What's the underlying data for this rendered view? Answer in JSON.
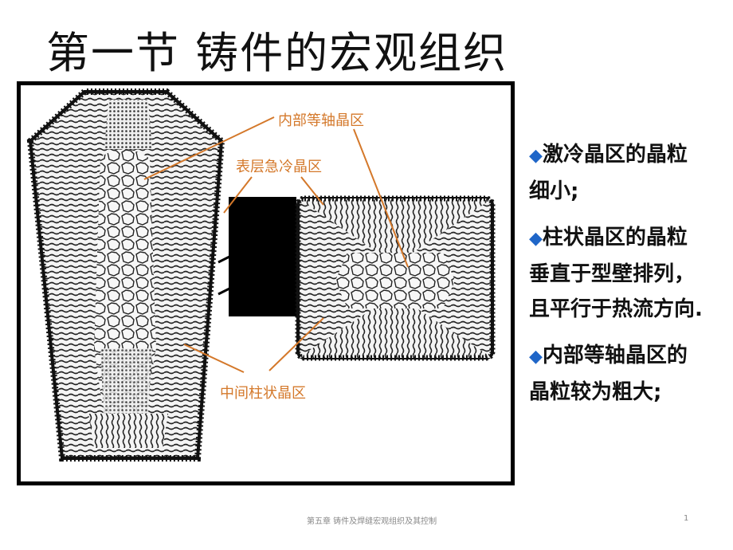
{
  "slide": {
    "title": "第一节  铸件的宏观组织"
  },
  "figure": {
    "callouts": {
      "inner_equiaxed": "内部等轴晶区",
      "surface_chill": "表层急冷晶区",
      "columnar": "中间柱状晶区"
    },
    "callout_color": "#d4782a"
  },
  "bullets": {
    "marker_color": "#1f66c8",
    "items": [
      {
        "marker": "◆",
        "text": "激冷晶区的晶粒细小;"
      },
      {
        "marker": "◆",
        "text": "柱状晶区的晶粒垂直于型壁排列，且平行于热流方向."
      },
      {
        "marker": "◆",
        "text": "内部等轴晶区的晶粒较为粗大;"
      }
    ]
  },
  "footer": {
    "text": "第五章  铸件及焊缝宏观组织及其控制",
    "page": "1"
  }
}
